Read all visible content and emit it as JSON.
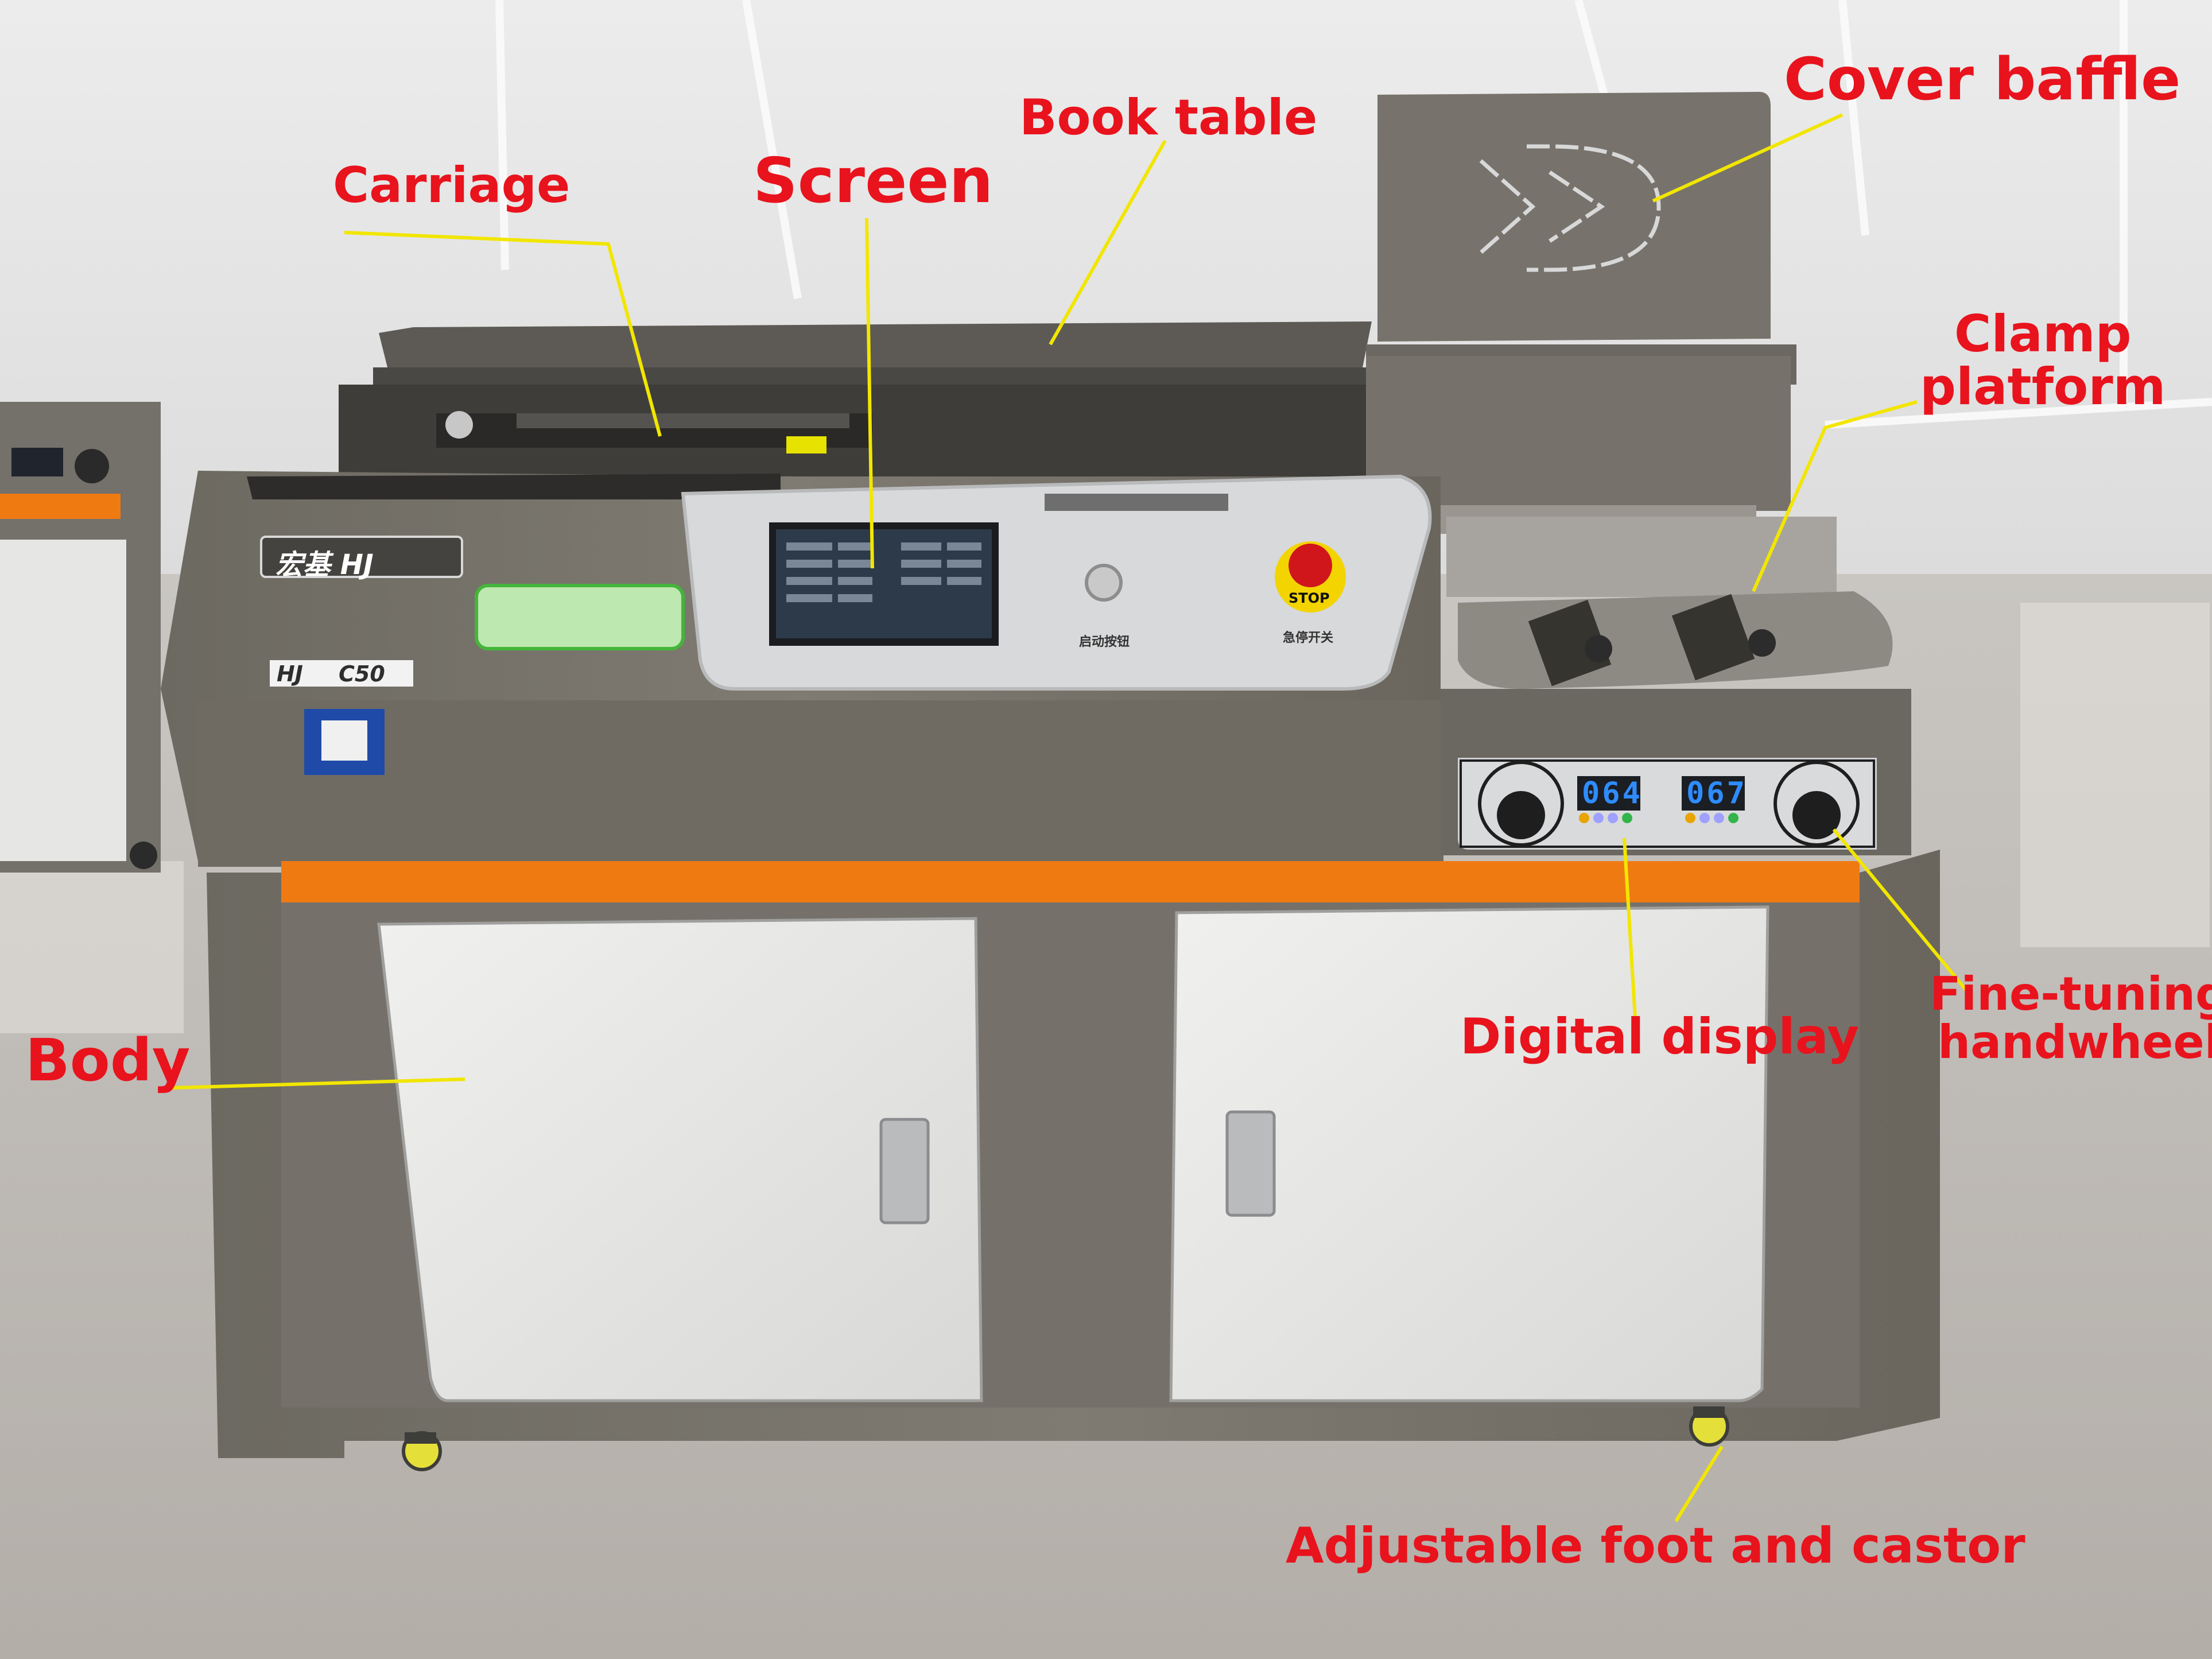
{
  "labels": {
    "carriage": "Carriage",
    "screen": "Screen",
    "book_table": "Book table",
    "cover_baffle": "Cover baffle",
    "clamp_platform_line1": "Clamp",
    "clamp_platform_line2": "platform",
    "body": "Body",
    "digital_display": "Digital display",
    "fine_tuning_line1": "Fine-tuning",
    "fine_tuning_line2": "handwheel",
    "foot": "Adjustable foot and castor"
  },
  "machine": {
    "brand": "宏基 HJ",
    "model_prefix": "HJ",
    "model": "C50",
    "start_button": "启动按钮",
    "estop": "急停开关",
    "stop_text": "STOP",
    "display_left": "064",
    "display_right": "067"
  },
  "colors": {
    "label_red": "#e8131d",
    "pointer_yellow": "#f2e600",
    "machine_gray": "#7b776e",
    "orange_trim": "#f07a12",
    "door_white": "#e4e4e2",
    "display_blue": "#2e8cff"
  }
}
